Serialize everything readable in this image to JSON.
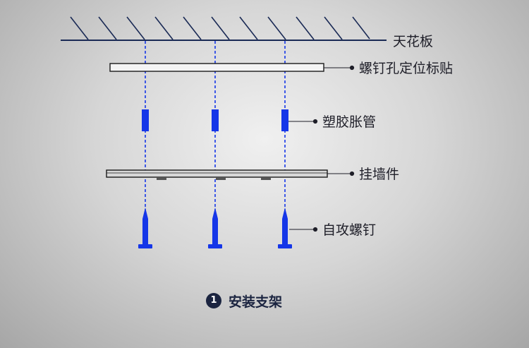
{
  "labels": {
    "ceiling": "天花板",
    "positioning_sticker": "螺钉孔定位标贴",
    "plastic_anchor": "塑胶胀管",
    "wall_bracket": "挂墙件",
    "tapping_screw": "自攻螺钉"
  },
  "step": {
    "number": "1",
    "title": "安装支架"
  },
  "colors": {
    "accent_blue": "#1536e8",
    "dark_navy": "#1b2440",
    "ceiling_line": "#1a2a55"
  }
}
